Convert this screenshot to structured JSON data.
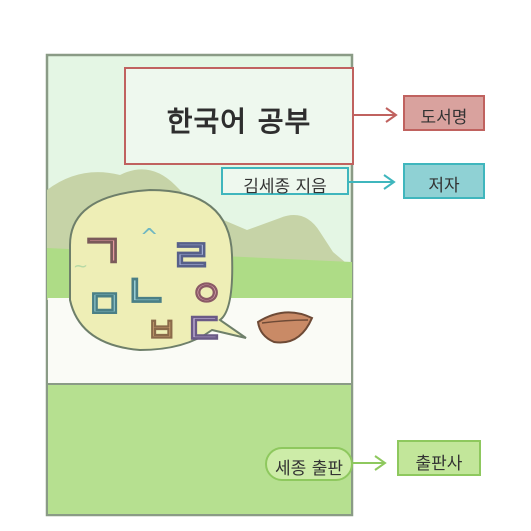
{
  "book": {
    "title": "한국어 공부",
    "author": "김세종 지음",
    "publisher": "세종 출판",
    "cover_letters": [
      "ㄱ",
      "ㄹ",
      "ㅁ",
      "ㄴ",
      "ㅇ",
      "ㅂ",
      "ㄷ",
      "^",
      "~"
    ]
  },
  "tags": {
    "title_tag": "도서명",
    "author_tag": "저자",
    "publisher_tag": "출판사"
  },
  "colors": {
    "title_tag": "#d9a29e",
    "author_tag": "#8fd1d4",
    "publisher_tag": "#c2e69a",
    "cover_top": "#e4f6e4",
    "cover_bottom": "#b6e090",
    "hills": "#c6d3a7",
    "speech_bubble": "#eeeeb6",
    "title_box_border": "#c0625f",
    "author_box_border": "#3fb6bd",
    "publisher_box_border": "#8ec85e"
  }
}
